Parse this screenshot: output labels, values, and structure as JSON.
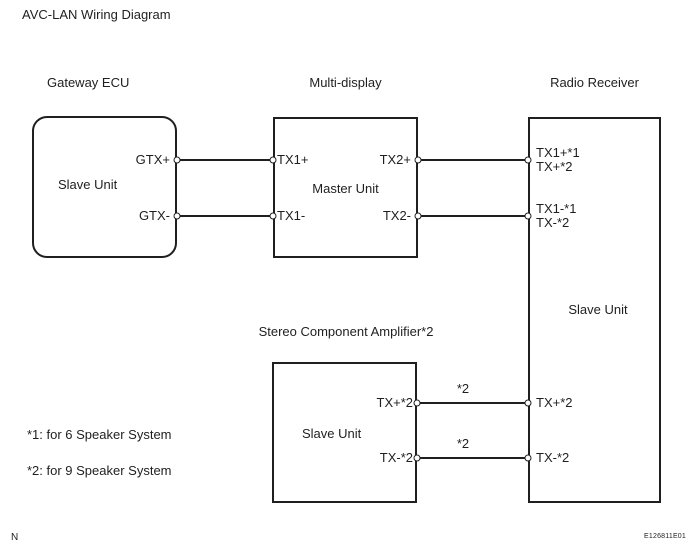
{
  "title": "AVC-LAN Wiring Diagram",
  "colors": {
    "ink": "#1f1f1f",
    "paper": "#ffffff"
  },
  "blocks": {
    "gateway": {
      "label": "Gateway ECU",
      "unit": "Slave Unit",
      "pin_plus": "GTX+",
      "pin_minus": "GTX-"
    },
    "multidisplay": {
      "label": "Multi-display",
      "unit": "Master Unit",
      "pin_left_plus": "TX1+",
      "pin_left_minus": "TX1-",
      "pin_right_plus": "TX2+",
      "pin_right_minus": "TX2-"
    },
    "radio": {
      "label": "Radio Receiver",
      "unit": "Slave Unit",
      "pin_top_plus_l1": "TX1+*1",
      "pin_top_plus_l2": "TX+*2",
      "pin_top_minus_l1": "TX1-*1",
      "pin_top_minus_l2": "TX-*2",
      "pin_bottom_plus": "TX+*2",
      "pin_bottom_minus": "TX-*2"
    },
    "amplifier": {
      "label": "Stereo Component Amplifier*2",
      "unit": "Slave Unit",
      "pin_plus": "TX+*2",
      "pin_minus": "TX-*2"
    }
  },
  "wire_labels": {
    "amp_plus": "*2",
    "amp_minus": "*2"
  },
  "notes": [
    "*1: for 6 Speaker System",
    "*2: for 9 Speaker System"
  ],
  "footer": {
    "page_marker": "N",
    "figure_code": "E126811E01"
  }
}
